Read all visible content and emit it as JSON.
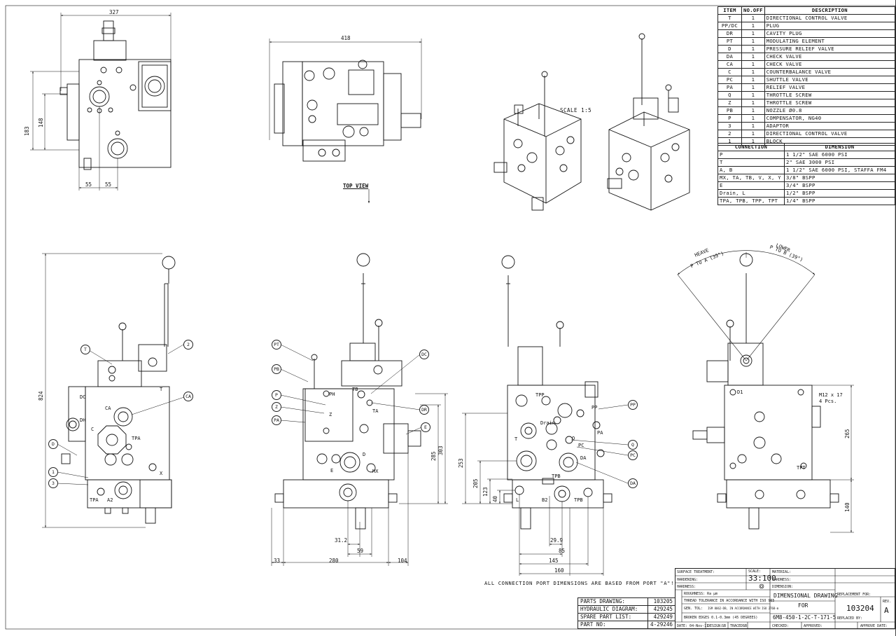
{
  "bom": {
    "headers": [
      "ITEM",
      "NO.OFF",
      "DESCRIPTION"
    ],
    "rows": [
      [
        "T",
        "1",
        "DIRECTIONAL CONTROL VALVE"
      ],
      [
        "PP/DC",
        "1",
        "PLUG"
      ],
      [
        "DR",
        "1",
        "CAVITY PLUG"
      ],
      [
        "PT",
        "1",
        "MODULATING ELEMENT"
      ],
      [
        "D",
        "1",
        "PRESSURE RELIEF VALVE"
      ],
      [
        "DA",
        "1",
        "CHECK VALVE"
      ],
      [
        "CA",
        "1",
        "CHECK VALVE"
      ],
      [
        "C",
        "1",
        "COUNTERBALANCE VALVE"
      ],
      [
        "PC",
        "1",
        "SHUTTLE VALVE"
      ],
      [
        "PA",
        "1",
        "RELIEF VALVE"
      ],
      [
        "Q",
        "1",
        "THROTTLE SCREW"
      ],
      [
        "Z",
        "1",
        "THROTTLE SCREW"
      ],
      [
        "PB",
        "1",
        "NOZZLE Ø0.8"
      ],
      [
        "P",
        "1",
        "COMPENSATOR, NG40"
      ],
      [
        "3",
        "1",
        "ADAPTOR"
      ],
      [
        "2",
        "1",
        "DIRECTIONAL CONTROL VALVE"
      ],
      [
        "1",
        "1",
        "BLOCK"
      ]
    ]
  },
  "connections": {
    "headers": [
      "CONNECTION",
      "DIMENSION"
    ],
    "rows": [
      [
        "P",
        "1 1/2\" SAE 6000 PSI"
      ],
      [
        "T",
        "2\" SAE 3000 PSI"
      ],
      [
        "A, B",
        "1 1/2\" SAE 6000 PSI, STAFFA FM4"
      ],
      [
        "MX, TA, TB, V, X, Y",
        "3/8\" BSPP"
      ],
      [
        "E",
        "3/4\" BSPP"
      ],
      [
        "Drain, L",
        "1/2\" BSPP"
      ],
      [
        "TPA, TPB, TPP, TPT",
        "1/4\" BSPP"
      ]
    ]
  },
  "views": {
    "scale_label": "SCALE  1:5",
    "top_view_label": "TOP VIEW",
    "note": "ALL CONNECTION PORT DIMENSIONS ARE BASED FROM PORT \"A\"!",
    "heave_label": "HEAVE",
    "heave_angle": "P TO A (39°)",
    "lower_label": "LOWER",
    "lower_angle": "P TO B (39°)",
    "thread_label": "M12 x 17",
    "thread_count": "4 Pcs."
  },
  "dims": {
    "d327": "327",
    "d183": "183",
    "d148": "148",
    "d55a": "55",
    "d55b": "55",
    "d418": "418",
    "d824": "824",
    "d303": "303",
    "d285": "285",
    "d31_2": "31.2",
    "d59": "59",
    "d33": "33",
    "d280": "280",
    "d104": "104",
    "d253": "253",
    "d205": "205",
    "d123": "123",
    "d40": "40",
    "d29_9": "29.9",
    "d85": "85",
    "d145": "145",
    "d160": "160",
    "d265": "265",
    "d140": "140"
  },
  "callouts": {
    "front": [
      "T",
      "2",
      "CA",
      "D",
      "1",
      "3"
    ],
    "left": [
      "PT",
      "PB",
      "P",
      "Z",
      "PA",
      "DC",
      "DR",
      "E"
    ],
    "back": [
      "PP",
      "Q",
      "PC",
      "DA"
    ]
  },
  "port_labels": {
    "front": [
      "DC",
      "DH",
      "CA",
      "C",
      "TPA",
      "T",
      "X",
      "TPA",
      "A2"
    ],
    "left": [
      "PH",
      "Z",
      "TB",
      "TA",
      "D",
      "E",
      "MX"
    ],
    "back": [
      "TPP",
      "PP",
      "PA",
      "Drain",
      "T",
      "Q",
      "PC",
      "DA",
      "TPB",
      "L",
      "B2",
      "TPB"
    ],
    "right": [
      "D1",
      "TPT"
    ]
  },
  "parts_list": [
    [
      "PARTS DRAWING:",
      "103205"
    ],
    [
      "HYDRAULIC DIAGRAM:",
      "429245"
    ],
    [
      "SPARE PART LIST:",
      "429249"
    ],
    [
      "PART NO:",
      "4-29246"
    ]
  ],
  "title_block": {
    "surface_treatment": "SURFACE TREATMENT:",
    "hardening": "HARDENING:",
    "hardness": "HARDNESS:",
    "scale_label": "SCALE:",
    "scale_value": "33:100",
    "material": "MATERIAL:",
    "hardness2": "HARDNESS:",
    "dimension": "DIMENSION:",
    "roughness": "ROUGHNESS: Ra µm",
    "thread_tol": "THREAD TOLERANCE IN ACCORDANCE WITH ISO 965",
    "gen_tol": "GEN. TOL:",
    "gen_tol_text": "ISM 8062-DB, IN ACCORDANCE WITH ISO 2768-m",
    "broken_edges": "BROKEN EDGES 0.1-0.3mm (45 DEGREES)",
    "date": "DATE: 04-Nov-11",
    "design": "DESIGN:",
    "design_val": "SB",
    "traced": "TRACED:",
    "traced_val": "SB",
    "checked": "CHECKED:",
    "approved": "APPROVED:",
    "approve_date": "APPROVE DATE:",
    "title1": "DIMENSIONAL DRAWING",
    "title2": "FOR",
    "title3": "6M8-450-1-2C-T-171-5",
    "replacement_for": "REPLACEMENT FOR:",
    "replaced_by": "REPLACED BY:",
    "number": "103204",
    "rev_label": "REV.",
    "rev": "A"
  }
}
